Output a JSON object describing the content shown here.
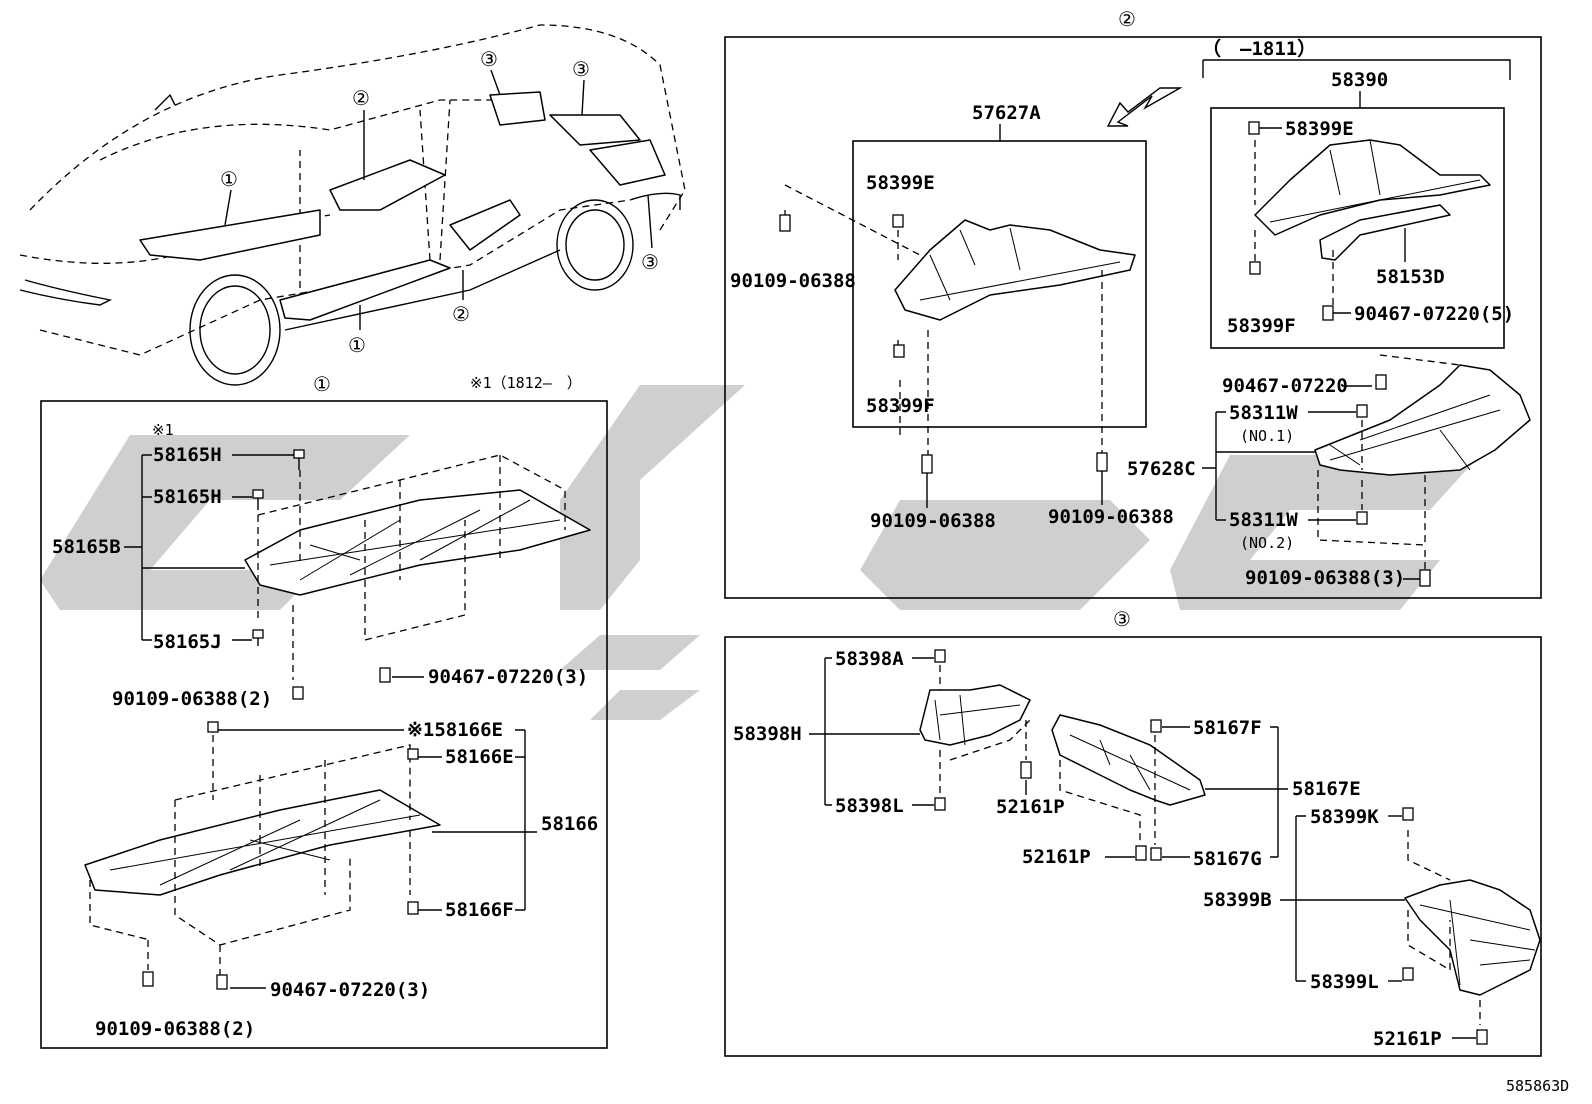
{
  "callouts": {
    "c1": "①",
    "c2": "②",
    "c3": "③"
  },
  "vehicle": {
    "callouts": [
      {
        "id": "v1a",
        "text": "①"
      },
      {
        "id": "v1b",
        "text": "①"
      },
      {
        "id": "v2a",
        "text": "②"
      },
      {
        "id": "v2b",
        "text": "②"
      },
      {
        "id": "v3a",
        "text": "③"
      },
      {
        "id": "v3b",
        "text": "③"
      },
      {
        "id": "v3c",
        "text": "③"
      }
    ]
  },
  "group1": {
    "note": "※1（1812–　）",
    "note_mark": "※1",
    "front_cover": {
      "assembly": "58165B",
      "bolt_h1": "58165H",
      "bolt_h2": "58165H",
      "bolt_j": "58165J",
      "screw": "90109-06388(2)",
      "clip": "90467-07220(3)"
    },
    "rear_cover": {
      "assembly": "58166",
      "bolt_e1": "※158166E",
      "bolt_e2": "58166E",
      "bolt_f": "58166F",
      "screw": "90109-06388(2)",
      "clip": "90467-07220(3)"
    }
  },
  "group2": {
    "left": {
      "assembly": "57627A",
      "bolt_e": "58399E",
      "bolt_f": "58399F",
      "screw_left": "90109-06388",
      "screw_b1": "90109-06388",
      "screw_b2": "90109-06388"
    },
    "right_top": {
      "range": "（　–1811）",
      "assembly": "58390",
      "bolt_e": "58399E",
      "sub_part": "58153D",
      "bolt_f": "58399F",
      "clip": "90467-07220(5)"
    },
    "right_bottom": {
      "assembly": "57628C",
      "clip": "90467-07220",
      "bolt_w1": "58311W",
      "no1": "(NO.1)",
      "bolt_w2": "58311W",
      "no2": "(NO.2)",
      "screw": "90109-06388(3)"
    }
  },
  "group3": {
    "a": {
      "assembly": "58398H",
      "top": "58398A",
      "bottom": "58398L",
      "clip": "52161P"
    },
    "b": {
      "assembly": "58167E",
      "top": "58167F",
      "bottom": "58167G",
      "clip": "52161P"
    },
    "c": {
      "assembly": "58399B",
      "top": "58399K",
      "bottom": "58399L",
      "clip": "52161P"
    }
  },
  "diagram_id": "585863D",
  "colors": {
    "line": "#000000",
    "watermark": "#cfcfcf",
    "background": "#ffffff"
  }
}
